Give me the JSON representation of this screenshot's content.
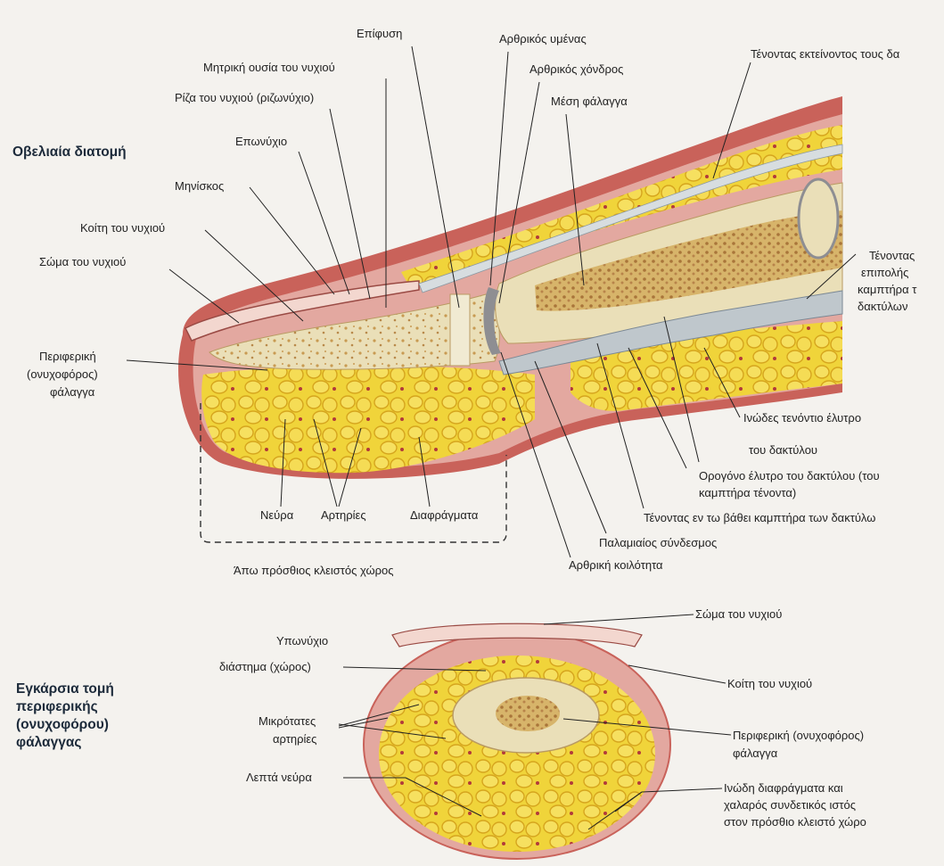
{
  "sections": {
    "sagittal": "Οβελιαία διατομή",
    "transverse": [
      "Εγκάρσια τομή",
      "περιφερικής",
      "(ονυχοφόρου)",
      "φάλαγγας"
    ]
  },
  "sagittal_labels": {
    "epiphysis": "Επίφυση",
    "joint_capsule": "Αρθρικός υμένας",
    "articular_cartilage": "Αρθρικός χόνδρος",
    "middle_phalanx": "Μέση φάλαγγα",
    "extensor_tendon": "Τένοντας εκτείνοντος τους δα",
    "nail_matrix": "Μητρική ουσία του νυχιού",
    "nail_root": "Ρίζα του νυχιού (ριζωνύχιο)",
    "eponychium": "Επωνύχιο",
    "lunula": "Μηνίσκος",
    "nail_bed": "Κοίτη του νυχιού",
    "nail_body": "Σώμα του νυχιού",
    "distal_phalanx": [
      "Περιφερική",
      "(ονυχοφόρος)",
      "φάλαγγα"
    ],
    "superficial_flexor": [
      "Τένοντας",
      "επιπολής",
      "καμπτήρα τ",
      "δακτύλων"
    ],
    "fibrous_sheath": [
      "Ινώδες τενόντιο έλυτρο",
      "του δακτύλου"
    ],
    "synovial_sheath": [
      "Ορογόνο έλυτρο του δακτύλου (του",
      "καμπτήρα τένοντα)"
    ],
    "deep_flexor": "Τένοντας εν τω βάθει καμπτήρα των δακτύλω",
    "palmar_ligament": "Παλαμιαίος σύνδεσμος",
    "joint_cavity": "Αρθρική κοιλότητα",
    "nerves": "Νεύρα",
    "arteries": "Αρτηρίες",
    "septa": "Διαφράγματα",
    "closed_space": "Άπω πρόσθιος κλειστός χώρος"
  },
  "transverse_labels": {
    "nail_body": "Σώμα του νυχιού",
    "hyponychium": [
      "Υπωνύχιο",
      "διάστημα (χώρος)"
    ],
    "nail_bed": "Κοίτη του νυχιού",
    "small_arteries": [
      "Μικρότατες",
      "αρτηρίες"
    ],
    "distal_phalanx": [
      "Περιφερική (ονυχοφόρος)",
      "φάλαγγα"
    ],
    "thin_nerves": "Λεπτά νεύρα",
    "fibrous_septa": [
      "Ινώδη διαφράγματα και",
      "χαλαρός συνδετικός ιστός",
      "στον πρόσθιο κλειστό χώρο"
    ]
  },
  "colors": {
    "skin": "#c9625a",
    "skin_light": "#e3a8a0",
    "fat": "#f0d43a",
    "fat_dark": "#d9a81c",
    "bone": "#eadfb8",
    "marrow": "#c89a52",
    "tendon": "#bfc7cc",
    "vessel": "#b23a3a",
    "background": "#f4f2ee"
  }
}
